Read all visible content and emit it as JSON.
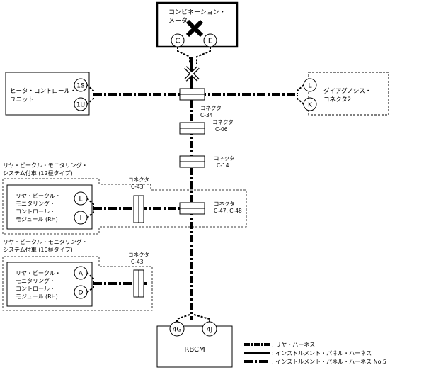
{
  "combination_meter": {
    "label_line1": "コンビネーション・",
    "label_line2": "メータ",
    "pin_c": "C",
    "pin_e": "E",
    "status_icon": "x-mark-icon"
  },
  "heater_unit": {
    "label_line1": "ヒータ・コントロール・",
    "label_line2": "ユニット",
    "pin_1s": "1S",
    "pin_1u": "1U"
  },
  "diagnosis_connector": {
    "label_line1": "ダイアグノシス・",
    "label_line2": "コネクタ2",
    "pin_l": "L",
    "pin_k": "K"
  },
  "connectors": {
    "c34": {
      "line1": "コネクタ",
      "line2": "C-34"
    },
    "c06": {
      "line1": "コネクタ",
      "line2": "C-06"
    },
    "c14": {
      "line1": "コネクタ",
      "line2": "C-14"
    },
    "c4748": {
      "line1": "コネクタ",
      "line2": "C-47, C-48"
    },
    "c43_top": {
      "line1": "コネクタ",
      "line2": "C-43"
    },
    "c43_bottom": {
      "line1": "コネクタ",
      "line2": "C-43"
    }
  },
  "rvm_12": {
    "system_line1": "リヤ・ビークル・モニタリング・",
    "system_line2": "システム付車 (12極タイプ)",
    "module_line1": "リヤ・ビークル・",
    "module_line2": "モニタリング・",
    "module_line3": "コントロール・",
    "module_line4": "モジュール (RH)",
    "pin_l": "L",
    "pin_i": "I"
  },
  "rvm_10": {
    "system_line1": "リヤ・ビークル・モニタリング・",
    "system_line2": "システム付車 (10極タイプ)",
    "module_line1": "リヤ・ビークル・",
    "module_line2": "モニタリング・",
    "module_line3": "コントロール・",
    "module_line4": "モジュール (RH)",
    "pin_a": "A",
    "pin_d": "D"
  },
  "rbcm": {
    "label": "RBCM",
    "pin_4g": "4G",
    "pin_4j": "4J"
  },
  "legend": {
    "rear_harness": ": リヤ・ハーネス",
    "instrument_harness": ": インストルメント・パネル・ハーネス",
    "instrument_harness_no5": ": インストルメント・パネル・ハーネス No.5"
  }
}
